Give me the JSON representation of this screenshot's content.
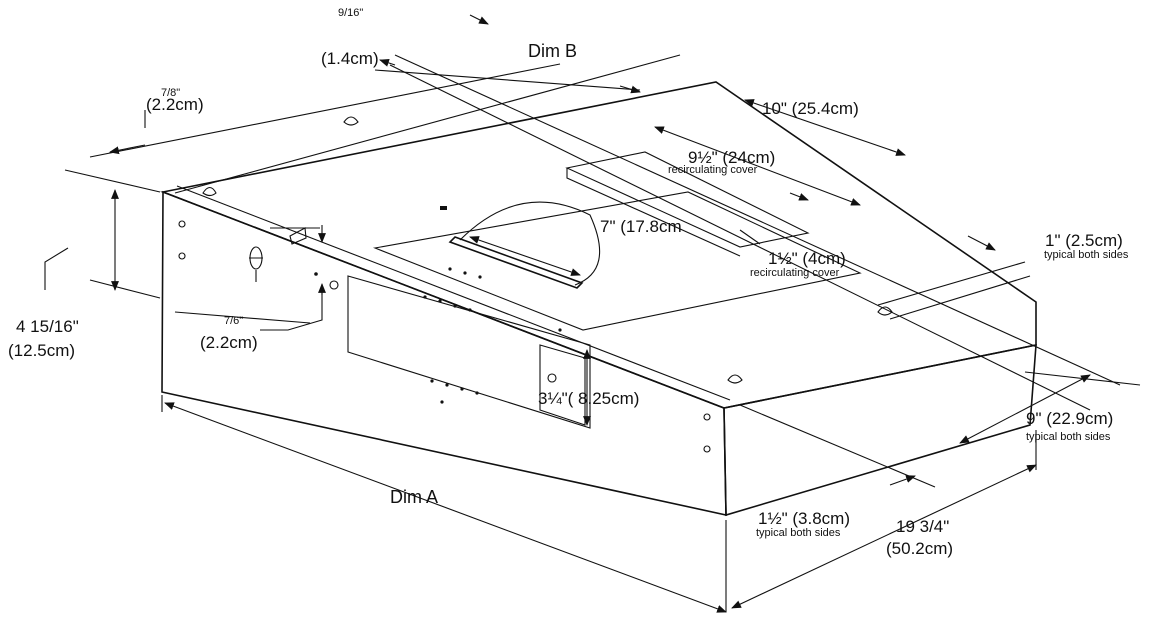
{
  "labels": {
    "dim_a": "Dim A",
    "dim_b": "Dim B",
    "seven_eighths_frac": "7/8\"",
    "seven_eighths_cm": "(2.2cm)",
    "nine_sixteenths_frac": "9/16\"",
    "nine_sixteenths_cm": "(1.4cm)",
    "ten_in": "10\" (25.4cm)",
    "nine_half": "9½\" (24cm)",
    "recirc_cover_1": "recirculating cover",
    "seven_in": "7\" (17.8cm",
    "one_half_4cm": "1½\" (4cm)",
    "recirc_cover_2": "recirculating cover",
    "one_inch": "1\" (2.5cm)",
    "typical_both_1": "typical both sides",
    "height_frac": "4 15/16\"",
    "height_cm": "(12.5cm)",
    "seven_sixths_frac": "7/6\"",
    "seven_sixths_cm": "(2.2cm)",
    "three_quarter": "3¼\"( 8.25cm)",
    "nine_in": "9\" (22.9cm)",
    "typical_both_2": "typical both sides",
    "one_half_38": "1½\" (3.8cm)",
    "typical_both_3": "typical both sides",
    "depth_frac": "19 3/4\"",
    "depth_cm": "(50.2cm)"
  }
}
